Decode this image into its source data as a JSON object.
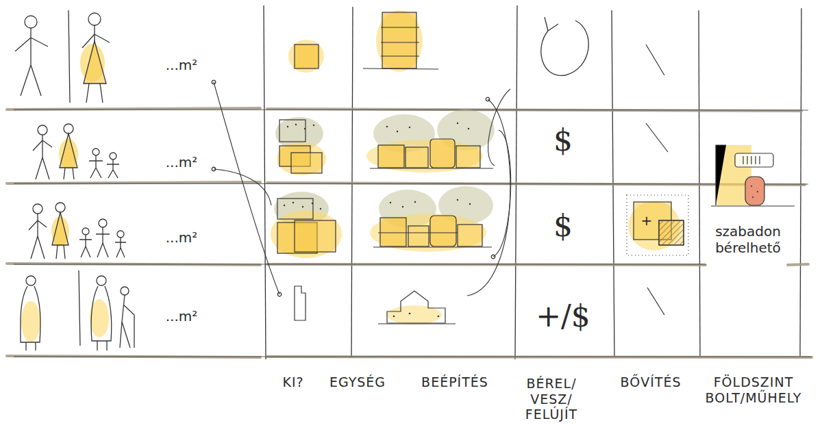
{
  "diagram": {
    "labels": [
      "...m²",
      "...m²",
      "$",
      "...m²",
      "$",
      "+",
      "szabadon bérelhető",
      "...m²",
      "+/$",
      "KI?",
      "EGYSÉG",
      "BEÉPÍTÉS",
      "BÉREL/ VESZ/ FELÚJÍT",
      "BŐVÍTÉS",
      "FÖLDSZINT BOLT/MŰHELY"
    ]
  }
}
